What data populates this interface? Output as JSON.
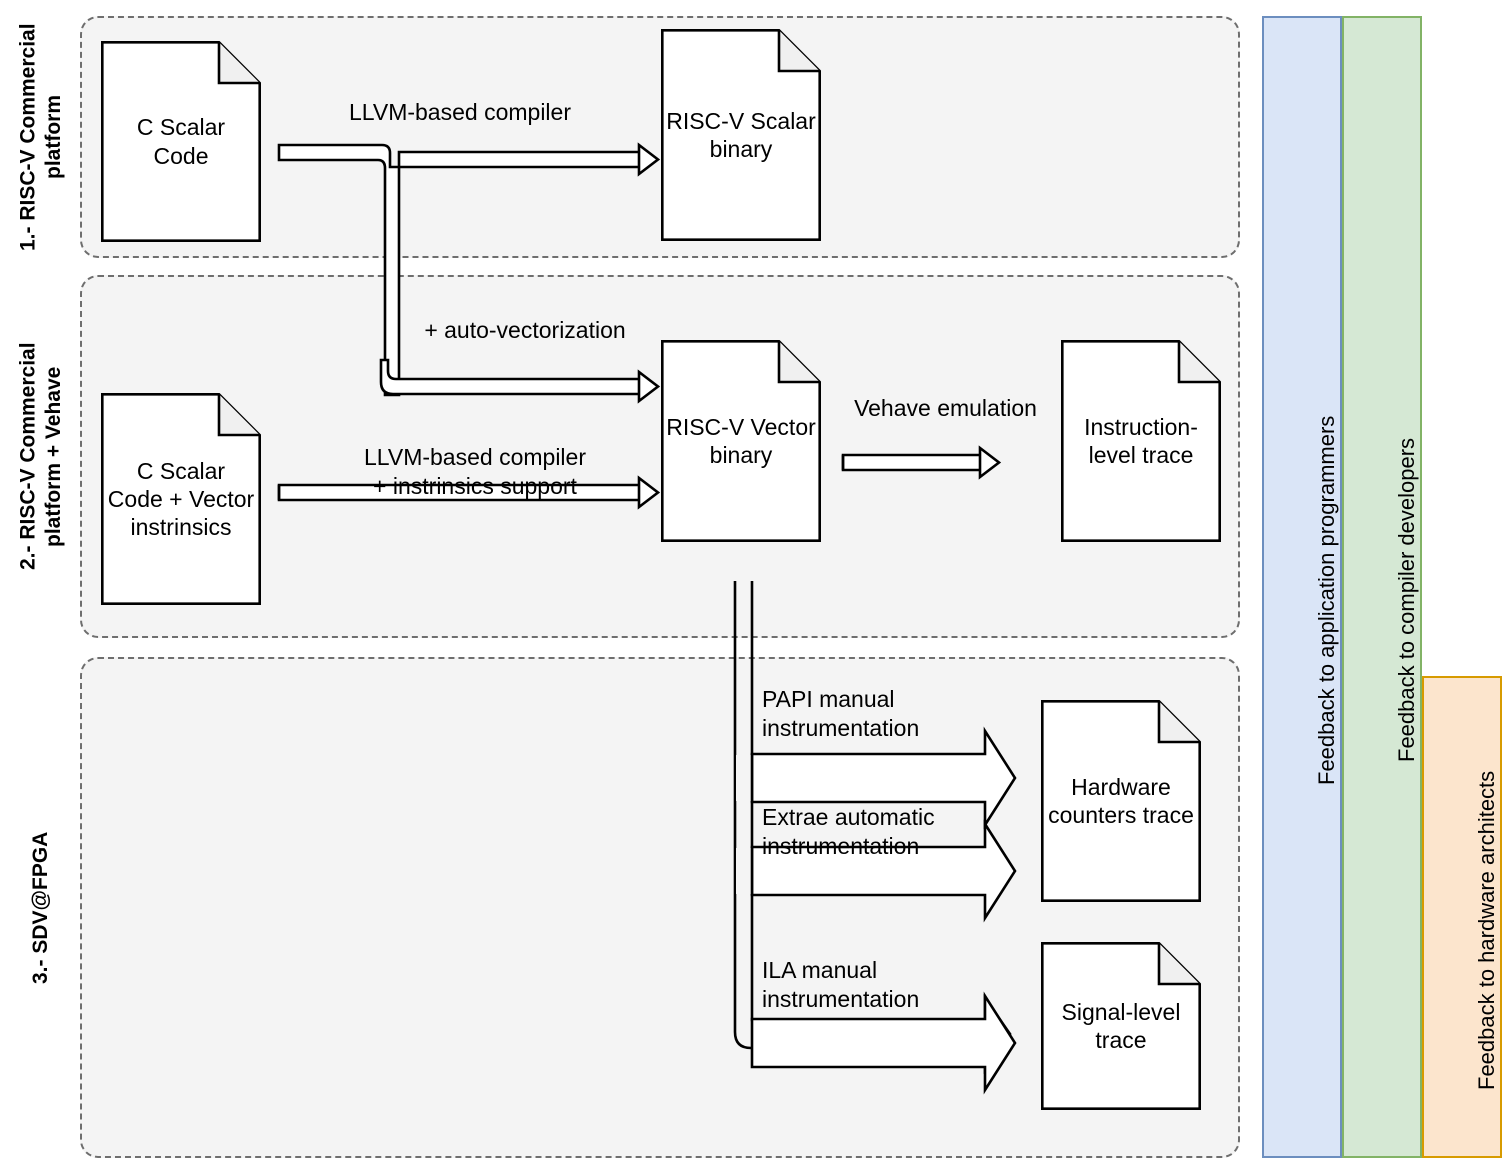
{
  "diagram": {
    "title": "RISC-V vector software development and tracing workflow",
    "background": "#ffffff",
    "group_fill": "#f4f4f4",
    "group_border": "#6e6e6e"
  },
  "sections": [
    {
      "id": "sec1",
      "label": "1.- RISC-V Commercial\nplatform"
    },
    {
      "id": "sec2",
      "label": "2.- RISC-V Commercial\nplatform + Vehave"
    },
    {
      "id": "sec3",
      "label": "3.- SDV@FPGA"
    }
  ],
  "documents": [
    {
      "id": "c-scalar-code",
      "label": "C Scalar\nCode"
    },
    {
      "id": "riscv-scalar-binary",
      "label": "RISC-V Scalar\nbinary"
    },
    {
      "id": "c-scalar-code-vector",
      "label": "C Scalar\nCode + Vector\ninstrinsics"
    },
    {
      "id": "riscv-vector-binary",
      "label": "RISC-V Vector\nbinary"
    },
    {
      "id": "instruction-trace",
      "label": "Instruction-\nlevel trace"
    },
    {
      "id": "hw-counters-trace",
      "label": "Hardware\ncounters trace"
    },
    {
      "id": "signal-level-trace",
      "label": "Signal-level\ntrace"
    }
  ],
  "edges": [
    {
      "id": "llvm-compiler",
      "label": "LLVM-based compiler"
    },
    {
      "id": "auto-vectorization",
      "label": "+ auto-vectorization"
    },
    {
      "id": "llvm-intrinsics",
      "label": "LLVM-based compiler\n+ instrinsics support"
    },
    {
      "id": "vehave-emulation",
      "label": "Vehave emulation"
    },
    {
      "id": "papi-instrumentation",
      "label": "PAPI manual\ninstrumentation"
    },
    {
      "id": "extrae-instrumentation",
      "label": "Extrae automatic\ninstrumentation"
    },
    {
      "id": "ila-instrumentation",
      "label": "ILA manual\ninstrumentation"
    }
  ],
  "feedback_bars": [
    {
      "id": "feedback-application-programmers",
      "label": "Feedback to application programmers",
      "fill": "#dae5f7",
      "border": "#6c8ebf"
    },
    {
      "id": "feedback-compiler-developers",
      "label": "Feedback to compiler developers",
      "fill": "#d5e8d4",
      "border": "#82b366"
    },
    {
      "id": "feedback-hardware-architects",
      "label": "Feedback to hardware architects",
      "fill": "#fce5cd",
      "border": "#d79b00"
    }
  ]
}
